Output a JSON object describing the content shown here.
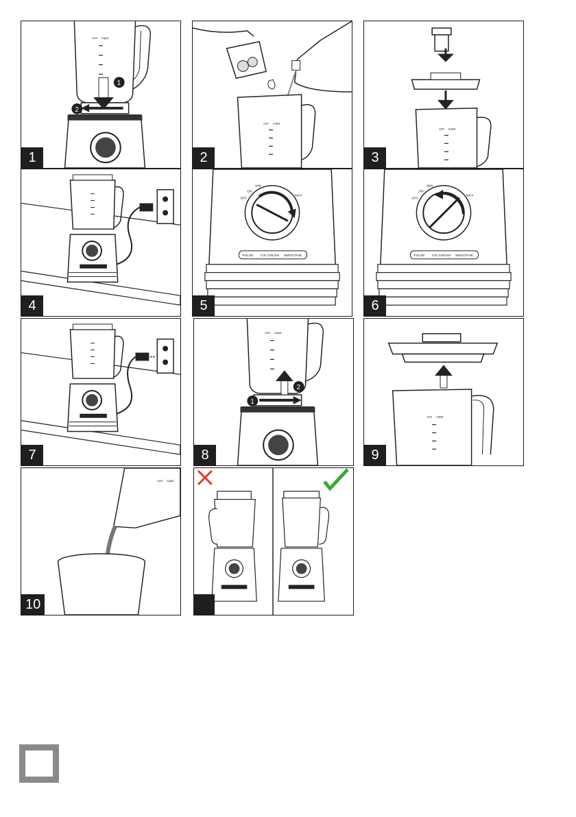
{
  "steps": [
    {
      "number": "1",
      "arrows": [
        "1",
        "2"
      ],
      "marks": {
        "units_ml": "ozs",
        "units_cups": "cups"
      }
    },
    {
      "number": "2",
      "marks": {
        "units_ml": "ozs",
        "units_cups": "cups"
      }
    },
    {
      "number": "3",
      "marks": {
        "units_ml": "ozs",
        "units_cups": "cups"
      }
    },
    {
      "number": "4"
    },
    {
      "number": "5",
      "dial": {
        "off": "OFF",
        "on": "ON",
        "min": "MIN",
        "max": "MAX"
      },
      "buttons": [
        "PULSE",
        "ICE CRUSH",
        "SMOOTHIE"
      ]
    },
    {
      "number": "6",
      "dial": {
        "off": "OFF",
        "on": "ON",
        "min": "MIN",
        "max": "MAX"
      },
      "buttons": [
        "PULSE",
        "ICE CRUSH",
        "SMOOTHIE"
      ]
    },
    {
      "number": "7"
    },
    {
      "number": "8",
      "arrows": [
        "1",
        "2"
      ],
      "marks": {
        "units_ml": "ozs",
        "units_cups": "cups"
      }
    },
    {
      "number": "9",
      "marks": {
        "units_ml": "ozs",
        "units_cups": "cups"
      }
    },
    {
      "number": "10",
      "marks": {
        "units_ml": "ozs",
        "units_cups": "cups"
      }
    },
    {
      "number": "",
      "wrong_icon": "cross-icon",
      "right_icon": "check-icon"
    }
  ],
  "colors": {
    "wrong": "#e03a2f",
    "right": "#3aa935",
    "label_bg": "#1f1f1f",
    "lang_box": "#8a8a8a"
  }
}
